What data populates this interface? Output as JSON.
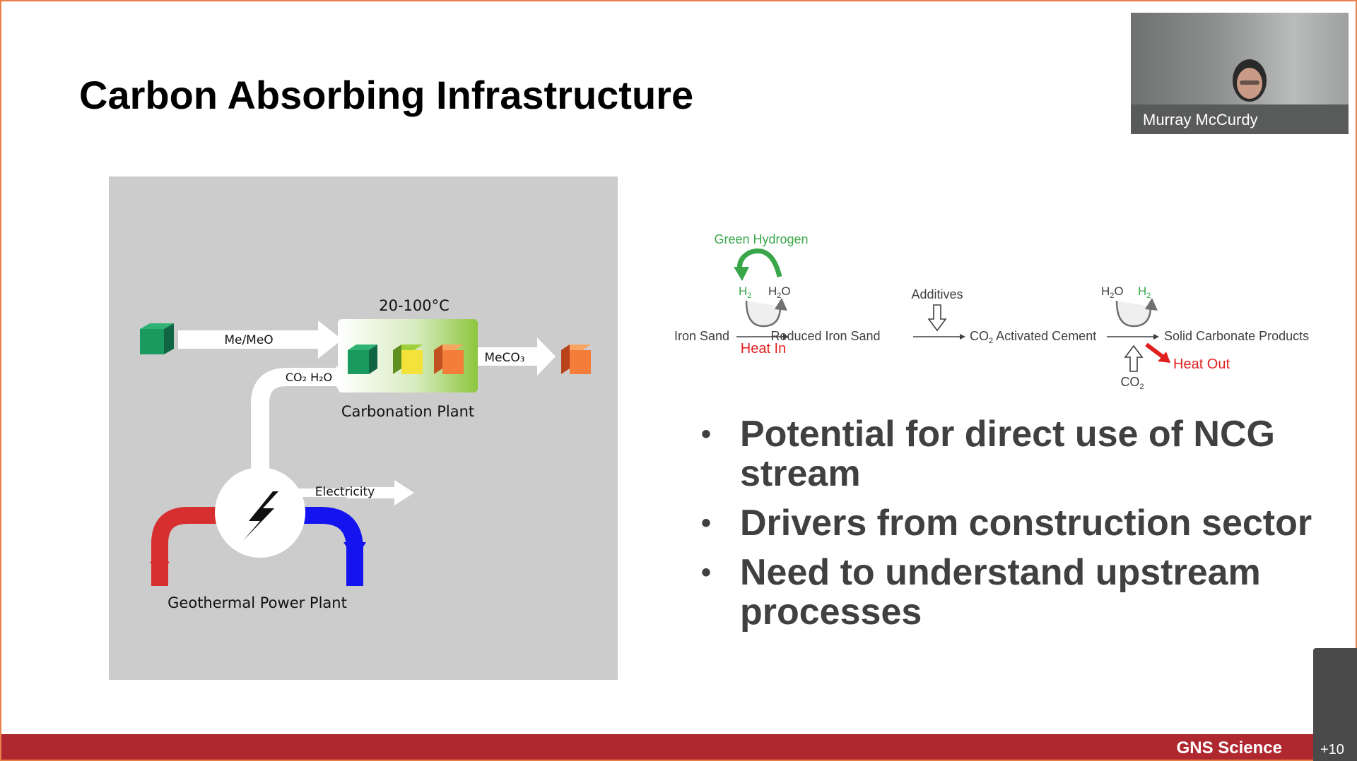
{
  "slide": {
    "title": "Carbon Absorbing Infrastructure",
    "footer_brand": "GNS Science"
  },
  "left_figure": {
    "temperature_label": "20-100°C",
    "input_label": "Me/MeO",
    "output_label": "MeCO₃",
    "gas_label": "CO₂  H₂O",
    "plant_label": "Carbonation Plant",
    "electricity_label": "Electricity",
    "power_plant_label": "Geothermal Power Plant"
  },
  "process_diagram": {
    "green_hydrogen_label": "Green Hydrogen",
    "h2_left": "H",
    "h2o_left": "H",
    "iron_sand": "Iron Sand",
    "heat_in": "Heat In",
    "reduced_iron_sand": "Reduced Iron Sand",
    "additives": "Additives",
    "co2_activated_cement": "Activated Cement",
    "h2o_right": "H",
    "h2_right": "H",
    "solid_carbonate_products": "Solid Carbonate Products",
    "heat_out": "Heat Out",
    "co2_bottom": "CO",
    "colors": {
      "green": "#3aa64a",
      "red": "#e02020",
      "text": "#404040"
    }
  },
  "bullets": [
    {
      "text": "Potential for direct use of NCG stream"
    },
    {
      "text": "Drivers from construction sector"
    },
    {
      "text": "Need to understand upstream processes"
    }
  ],
  "meeting": {
    "presenter_name": "Murray McCurdy",
    "participants_more": "+10"
  }
}
